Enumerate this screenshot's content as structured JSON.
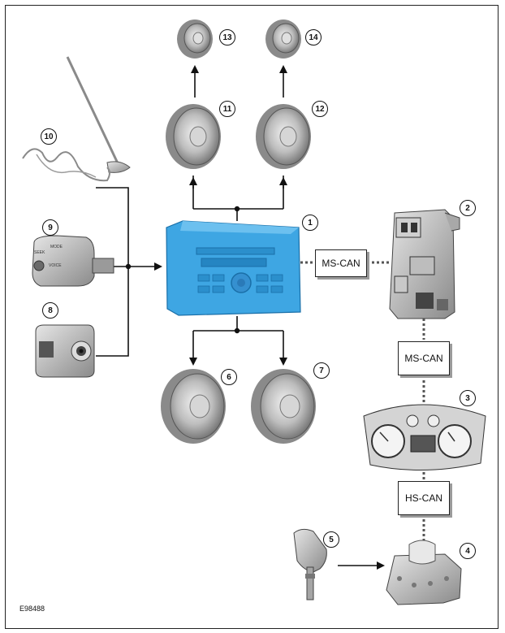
{
  "diagram": {
    "callouts": [
      "1",
      "2",
      "3",
      "4",
      "5",
      "6",
      "7",
      "8",
      "9",
      "10",
      "11",
      "12",
      "13",
      "14"
    ],
    "buses": {
      "audio_to_bcm": "MS-CAN",
      "bcm_to_cluster": "MS-CAN",
      "cluster_to_abs": "HS-CAN"
    },
    "reference": "E98488",
    "colors": {
      "audio_unit": "#3ea6e3",
      "components": "#b5b5b5",
      "lines": "#111111"
    }
  }
}
